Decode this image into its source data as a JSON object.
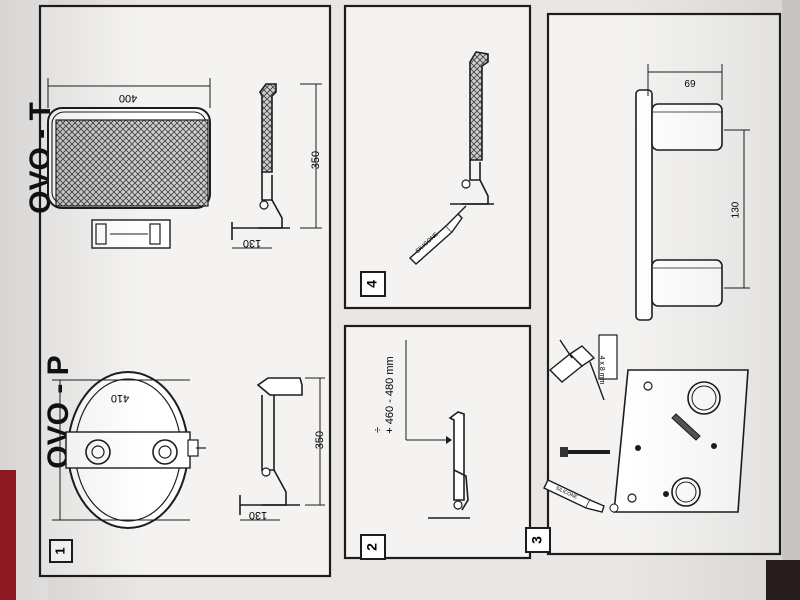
{
  "panel1": {
    "number": "1",
    "ovo_p": {
      "title": "OVO - P",
      "top_width": "410",
      "side_height": "350",
      "side_depth": "130"
    },
    "ovo_t": {
      "title": "OVO - T",
      "top_width": "400",
      "side_height": "350",
      "side_depth": "130"
    }
  },
  "panel2": {
    "number": "2",
    "height_label": "+ 460 - 480 mm",
    "arrow_glyph": "÷"
  },
  "panel3": {
    "number": "3",
    "dim_top": "69",
    "dim_spacing": "130",
    "screw_label": "4 x 8 mm",
    "silicone_label": "SILICONE"
  },
  "panel4": {
    "number": "4",
    "tube_label": "SILICONE"
  },
  "colors": {
    "ink": "#1d1d1d",
    "paper": "#f4f3f1",
    "background": "#e9e6e3",
    "accent_red": "#9c1b22"
  }
}
